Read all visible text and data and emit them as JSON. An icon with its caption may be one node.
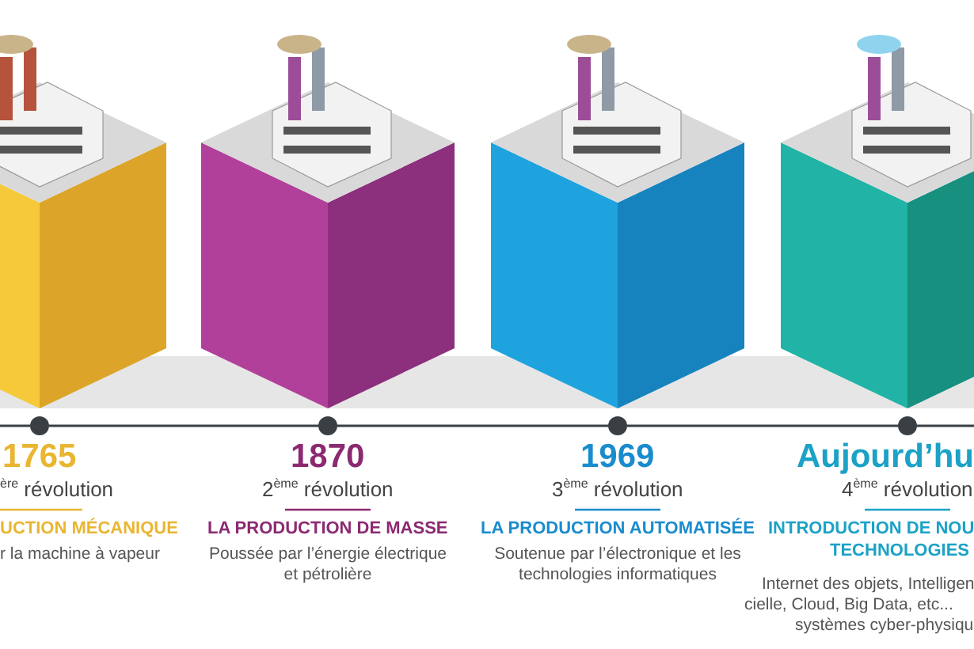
{
  "diagram": {
    "nodes": [
      {
        "text": [],
        "shape": "circle",
        "beside": [
          "1765"
        ]
      },
      {
        "text": [],
        "shape": "circle",
        "beside": [
          "1870"
        ]
      },
      {
        "text": [],
        "shape": "circle",
        "beside": [
          "1969"
        ]
      },
      {
        "text": [],
        "shape": "circle",
        "beside": [
          "Aujourd’hu"
        ]
      }
    ],
    "edges": [
      {
        "from": 0,
        "to": 1,
        "arrow": "none"
      },
      {
        "from": 1,
        "to": 2,
        "arrow": "none"
      },
      {
        "from": 2,
        "to": 3,
        "arrow": "none"
      }
    ],
    "labels": [
      "$^{ère}$ révolution",
      "UCTION MÉCANIQUE",
      "r la machine à vapeur",
      "2$^{ème}$ révolution",
      "LA PRODUCTION DE MASSE",
      "Poussée par l’énergie électrique et pétrolière",
      "3$^{ème}$ révolution",
      "LA PRODUCTION AUTOMATISÉE",
      "Soutenue par l’électronique et les technologies informatiques",
      "4$^{ème}$ révolution",
      "INTRODUCTION DE NOU",
      "TECHNOLOGIES",
      "Internet des objets, Intelligen",
      "cielle, Cloud, Big Data, etc...",
      "systèmes cyber-physiqu"
    ]
  }
}
